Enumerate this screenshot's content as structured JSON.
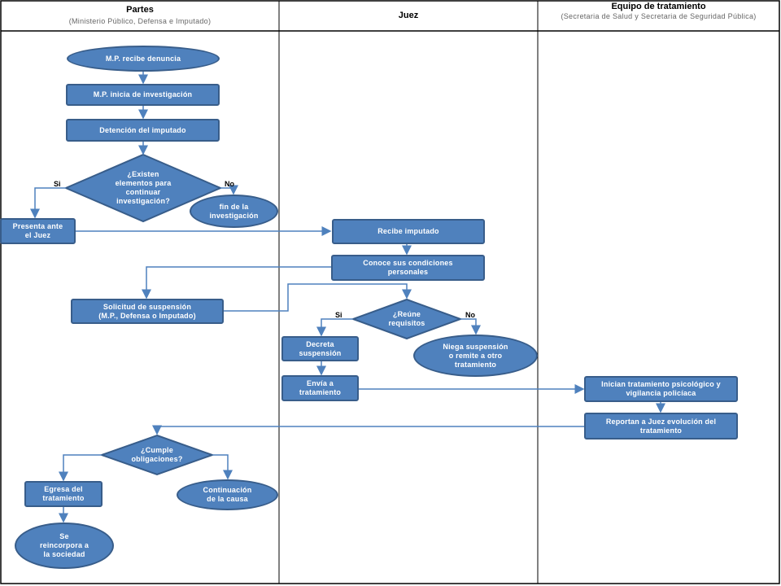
{
  "lanes": {
    "partes": {
      "title": "Partes",
      "subtitle": "(Ministerio Público, Defensa e Imputado)"
    },
    "juez": {
      "title": "Juez"
    },
    "equipo": {
      "title": "Equipo de tratamiento",
      "subtitle": "(Secretaria de Salud y Secretaria de Seguridad Pública)"
    }
  },
  "nodes": {
    "n1": "M.P. recibe denuncia",
    "n2": "M.P. inicia de investigación",
    "n3": "Detención del imputado",
    "d1": "¿Existen\nelementos para\ncontinuar\ninvestigación?",
    "n4": "fin de la\ninvestigación",
    "n5": "Presenta ante\nel Juez",
    "n6": "Recibe imputado",
    "n7": "Conoce sus condiciones\npersonales",
    "n8": "Solicitud de suspensión\n(M.P., Defensa o Imputado)",
    "d2": "¿Reúne\nrequisitos",
    "n9": "Decreta\nsuspensión",
    "n10": "Niega suspensión\no remite a otro\ntratamiento",
    "n11": "Envía a\ntratamiento",
    "n12": "Inician tratamiento psicológico y\nvigilancia policíaca",
    "n13": "Reportan a Juez evolución del\ntratamiento",
    "d3": "¿Cumple\nobligaciones?",
    "n14": "Egresa del\ntratamiento",
    "n15": "Continuación\nde la causa",
    "n16": "Se\nreincorpora a\nla sociedad"
  },
  "edge_labels": {
    "si1": "Si",
    "no1": "No",
    "si2": "Si",
    "no2": "No"
  },
  "colors": {
    "fill": "#4f81bd",
    "border": "#385d8a",
    "line": "#4f81bd"
  }
}
